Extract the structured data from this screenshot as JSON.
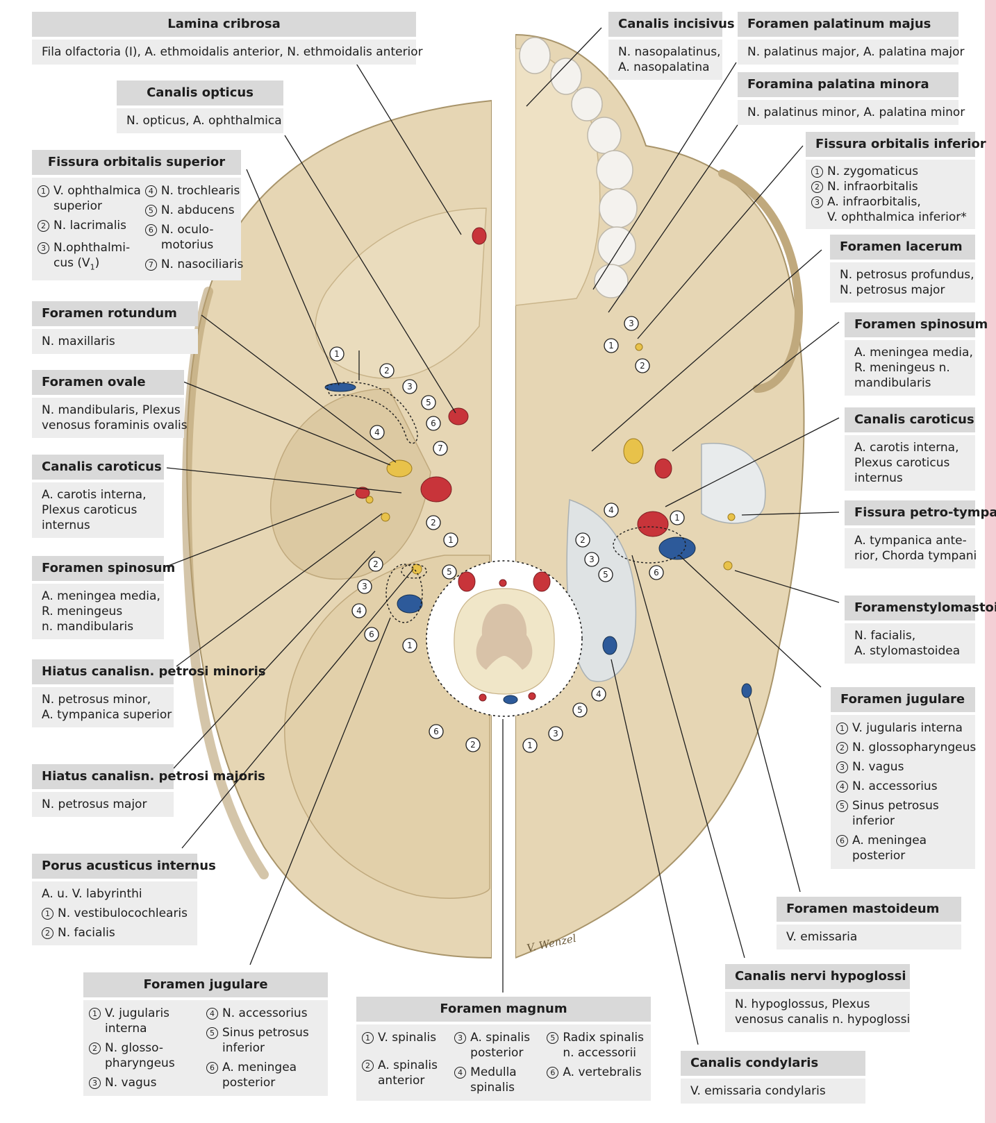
{
  "colors": {
    "header_bg": "#d9d9d9",
    "body_bg": "#ededed",
    "bone": "#e6d6b4",
    "bone_dark": "#c9b48a",
    "artery": "#c8343a",
    "vein": "#2d5a9a",
    "nerve": "#e8c24a",
    "accent_bar": "#f3cfd5"
  },
  "signature": "V. Wenzel",
  "labels": {
    "lamina_cribrosa": {
      "title": "Lamina cribrosa",
      "lines": [
        "Fila olfactoria (I), A. ethmoidalis anterior, N. ethmoidalis anterior"
      ]
    },
    "canalis_opticus": {
      "title": "Canalis opticus",
      "lines": [
        "N. opticus, A. ophthalmica"
      ]
    },
    "fissura_orbitalis_superior": {
      "title": "Fissura orbitalis superior",
      "left": [
        {
          "n": "①",
          "t": [
            "V. ophthalmica",
            "superior"
          ]
        },
        {
          "n": "②",
          "t": [
            "N. lacrimalis"
          ]
        },
        {
          "n": "③",
          "t": [
            "N.ophthalmi-",
            "cus (V1)"
          ]
        }
      ],
      "right": [
        {
          "n": "④",
          "t": [
            "N. trochlearis"
          ]
        },
        {
          "n": "⑤",
          "t": [
            "N. abducens"
          ]
        },
        {
          "n": "⑥",
          "t": [
            "N. oculo-",
            "motorius"
          ]
        },
        {
          "n": "⑦",
          "t": [
            "N. nasociliaris"
          ]
        }
      ]
    },
    "foramen_rotundum_l": {
      "title": "Foramen rotundum",
      "lines": [
        "N. maxillaris"
      ]
    },
    "foramen_ovale": {
      "title": "Foramen ovale",
      "lines": [
        "N. mandibularis, Plexus",
        "venosus foraminis ovalis"
      ]
    },
    "canalis_caroticus_l": {
      "title": "Canalis caroticus",
      "lines": [
        "A. carotis interna,",
        "Plexus caroticus",
        "internus"
      ]
    },
    "foramen_spinosum_l": {
      "title": "Foramen spinosum",
      "lines": [
        "A. meningea media,",
        "R. meningeus",
        "n. mandibularis"
      ]
    },
    "hiatus_minoris": {
      "title": [
        "Hiatus canalis",
        "n. petrosi minoris"
      ],
      "lines": [
        "N. petrosus minor,",
        "A. tympanica superior"
      ]
    },
    "hiatus_majoris": {
      "title": [
        "Hiatus canalis",
        "n. petrosi majoris"
      ],
      "lines": [
        "N. petrosus major"
      ]
    },
    "porus_acusticus": {
      "title": "Porus acusticus internus",
      "plain": "A. u. V. labyrinthi",
      "items": [
        {
          "n": "①",
          "t": [
            "N. vestibulocochlearis"
          ]
        },
        {
          "n": "②",
          "t": [
            "N. facialis"
          ]
        }
      ]
    },
    "foramen_jugulare_bottom": {
      "title": "Foramen jugulare",
      "left": [
        {
          "n": "①",
          "t": [
            "V. jugularis",
            "interna"
          ]
        },
        {
          "n": "②",
          "t": [
            "N. glosso-",
            "pharyngeus"
          ]
        },
        {
          "n": "③",
          "t": [
            "N. vagus"
          ]
        }
      ],
      "right": [
        {
          "n": "④",
          "t": [
            "N. accessorius"
          ]
        },
        {
          "n": "⑤",
          "t": [
            "Sinus petrosus",
            "inferior"
          ]
        },
        {
          "n": "⑥",
          "t": [
            "A. meningea",
            "posterior"
          ]
        }
      ]
    },
    "foramen_magnum": {
      "title": "Foramen magnum",
      "c1": [
        {
          "n": "①",
          "t": [
            "V. spinalis"
          ]
        },
        {
          "n": "②",
          "t": [
            "A. spinalis",
            "anterior"
          ]
        }
      ],
      "c2": [
        {
          "n": "③",
          "t": [
            "A. spinalis",
            "posterior"
          ]
        },
        {
          "n": "④",
          "t": [
            "Medulla",
            "spinalis"
          ]
        }
      ],
      "c3": [
        {
          "n": "⑤",
          "t": [
            "Radix spinalis",
            "n. accessorii"
          ]
        },
        {
          "n": "⑥",
          "t": [
            "A. vertebralis"
          ]
        }
      ]
    },
    "canalis_incisivus": {
      "title": "Canalis incisivus",
      "lines": [
        "N. nasopalatinus,",
        "A. nasopalatina"
      ]
    },
    "foramen_palatinum_majus": {
      "title": "Foramen palatinum majus",
      "lines": [
        "N. palatinus major, A. palatina major"
      ]
    },
    "foramina_palatina_minora": {
      "title": "Foramina palatina minora",
      "lines": [
        "N. palatinus minor, A. palatina minor"
      ]
    },
    "fissura_orbitalis_inferior": {
      "title": "Fissura orbitalis inferior",
      "items": [
        {
          "n": "①",
          "t": [
            "N. zygomaticus"
          ]
        },
        {
          "n": "②",
          "t": [
            "N. infraorbitalis"
          ]
        },
        {
          "n": "③",
          "t": [
            "A. infraorbitalis,",
            "V. ophthalmica inferior*"
          ]
        }
      ]
    },
    "foramen_lacerum": {
      "title": "Foramen lacerum",
      "lines": [
        "N. petrosus profundus,",
        "N. petrosus major"
      ]
    },
    "foramen_spinosum_r": {
      "title": "Foramen spinosum",
      "lines": [
        "A. meningea media,",
        "R. meningeus n.",
        "mandibularis"
      ]
    },
    "canalis_caroticus_r": {
      "title": "Canalis caroticus",
      "lines": [
        "A. carotis interna,",
        "Plexus caroticus",
        "internus"
      ]
    },
    "fissura_petrotympanica": {
      "title": [
        "Fissura petro-",
        "tympanica"
      ],
      "lines": [
        "A. tympanica ante-",
        "rior, Chorda tympani"
      ]
    },
    "foramen_stylomastoideum": {
      "title": [
        "Foramen",
        "stylomastoideum"
      ],
      "lines": [
        "N. facialis,",
        "A. stylomastoidea"
      ]
    },
    "foramen_jugulare_right": {
      "title": "Foramen jugulare",
      "items": [
        {
          "n": "①",
          "t": [
            "V. jugularis interna"
          ]
        },
        {
          "n": "②",
          "t": [
            "N. glossopharyngeus"
          ]
        },
        {
          "n": "③",
          "t": [
            "N. vagus"
          ]
        },
        {
          "n": "④",
          "t": [
            "N. accessorius"
          ]
        },
        {
          "n": "⑤",
          "t": [
            "Sinus petrosus",
            "inferior"
          ]
        },
        {
          "n": "⑥",
          "t": [
            "A. meningea",
            "posterior"
          ]
        }
      ]
    },
    "foramen_mastoideum": {
      "title": "Foramen mastoideum",
      "lines": [
        "V. emissaria"
      ]
    },
    "canalis_hypoglossi": {
      "title": "Canalis nervi hypoglossi",
      "lines": [
        "N. hypoglossus, Plexus",
        "venosus canalis n. hypoglossi"
      ]
    },
    "canalis_condylaris": {
      "title": "Canalis condylaris",
      "lines": [
        "V. emissaria condylaris"
      ]
    }
  }
}
